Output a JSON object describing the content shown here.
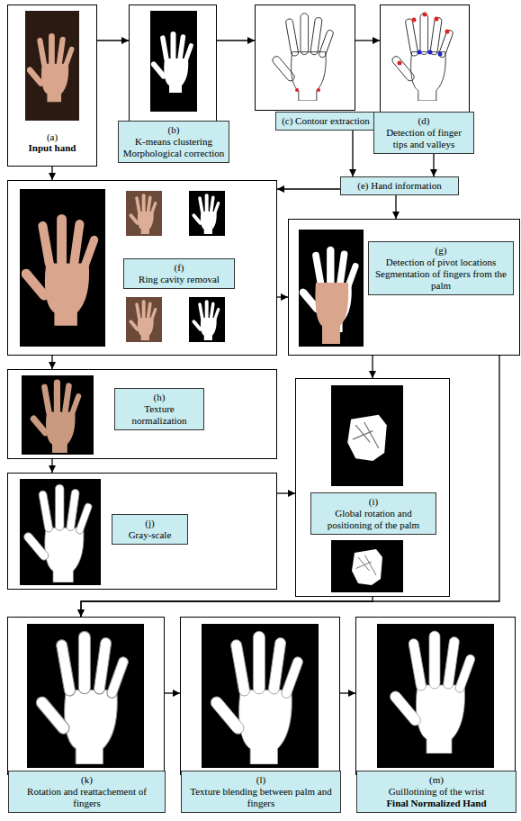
{
  "diagram": {
    "nodes": [
      {
        "text": [
          "(a)",
          "Input hand"
        ]
      },
      {
        "text": []
      },
      {
        "text": [
          "(b)",
          "K-means clustering Morphological correction"
        ],
        "in": 1
      },
      {
        "text": []
      },
      {
        "text": [
          "(c) Contour extraction"
        ],
        "in": 3
      },
      {
        "text": []
      },
      {
        "text": [
          "(d)",
          "Detection of finger tips and valleys"
        ],
        "in": 5
      },
      {
        "text": [
          "(e) Hand information"
        ]
      },
      {
        "text": []
      },
      {
        "text": [
          "(f)",
          "Ring cavity removal"
        ],
        "in": 8
      },
      {
        "text": []
      },
      {
        "text": [
          "(g)",
          "Detection of pivot locations Segmentation of fingers from the palm"
        ],
        "in": 10
      },
      {
        "text": []
      },
      {
        "text": [
          "(h)",
          "Texture normalization"
        ],
        "in": 12
      },
      {
        "text": []
      },
      {
        "text": [
          "(i)",
          "Global rotation and positioning of the palm"
        ],
        "in": 14
      },
      {
        "text": []
      },
      {
        "text": [
          "(j)",
          "Gray-scale"
        ],
        "in": 16
      },
      {
        "text": []
      },
      {
        "text": [
          "(k)",
          "Rotation and reattachement of fingers"
        ],
        "in": 18
      },
      {
        "text": []
      },
      {
        "text": [
          "(l)",
          "Texture blending between palm and fingers"
        ],
        "in": 20
      },
      {
        "text": []
      },
      {
        "text": [
          "(m)",
          "Guillotining of the wrist",
          "Final Normalized Hand"
        ],
        "in": 22
      }
    ],
    "edges": [
      {
        "from": 0,
        "to": 1,
        "arrow": "to"
      },
      {
        "from": 1,
        "to": 3,
        "arrow": "to"
      },
      {
        "from": 3,
        "to": 5,
        "arrow": "to"
      },
      {
        "from": 4,
        "to": 7,
        "arrow": "to"
      },
      {
        "from": 6,
        "to": 7,
        "arrow": "to"
      },
      {
        "from": 0,
        "to": 8,
        "arrow": "to"
      },
      {
        "from": 7,
        "to": 8,
        "arrow": "to"
      },
      {
        "from": 7,
        "to": 10,
        "arrow": "to"
      },
      {
        "from": 8,
        "to": 10,
        "arrow": "to"
      },
      {
        "from": 8,
        "to": 12,
        "arrow": "to"
      },
      {
        "from": 10,
        "to": 14,
        "arrow": "to"
      },
      {
        "from": 12,
        "to": 16,
        "arrow": "to"
      },
      {
        "from": 16,
        "to": 14,
        "arrow": "to"
      },
      {
        "from": 10,
        "to": 18,
        "arrow": "to"
      },
      {
        "from": 14,
        "to": 18,
        "arrow": "to"
      },
      {
        "from": 18,
        "to": 20,
        "arrow": "to"
      },
      {
        "from": 20,
        "to": 22,
        "arrow": "to"
      }
    ]
  }
}
